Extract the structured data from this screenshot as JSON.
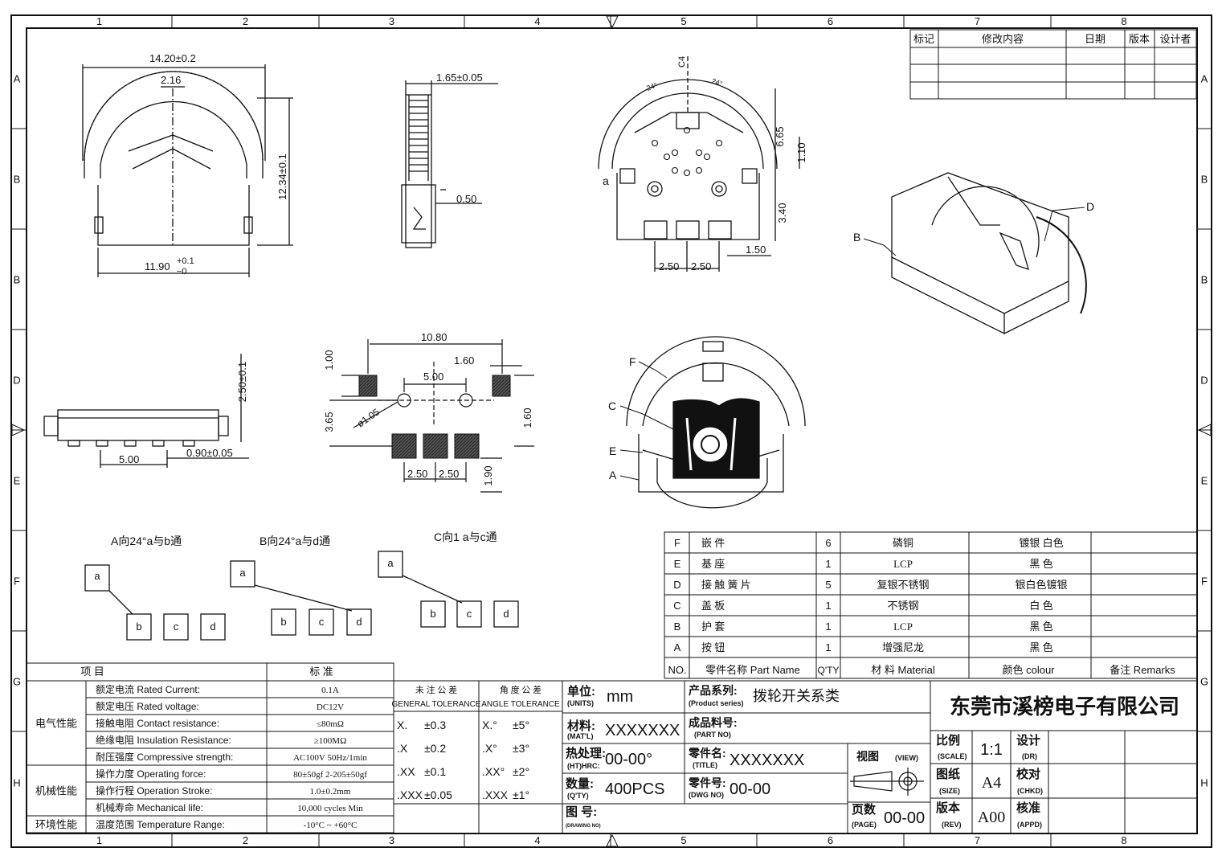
{
  "grid": {
    "columns": [
      "1",
      "2",
      "3",
      "4",
      "5",
      "6",
      "7",
      "8"
    ],
    "rows": [
      "A",
      "B",
      "B",
      "D",
      "E",
      "F",
      "G",
      "H"
    ]
  },
  "revision_table": {
    "headers": [
      "标记",
      "修改内容",
      "日期",
      "版本",
      "设计者"
    ]
  },
  "dimensions": {
    "front_width": "14.20±0.2",
    "front_tooth": "2.16",
    "front_height": "12.34±0.1",
    "front_base": "11.90",
    "front_base_tol_upper": "+0.1",
    "front_base_tol_lower": "−0",
    "side_thickness": "1.65±0.05",
    "side_offset": "0.50",
    "top_height": "6.65",
    "top_hole": "1.10",
    "top_pin_height": "3.40",
    "top_pitch_1": "2.50",
    "top_pitch_2": "2.50",
    "top_pin_width": "1.50",
    "top_angle_a": "24°",
    "top_angle_b": "24°",
    "top_c4": "C4",
    "bottom_height": "2.50±0.1",
    "bottom_pitch": "5.00",
    "bottom_pad": "0.90±0.05",
    "pcb_width": "10.80",
    "pcb_pad": "1.60",
    "pcb_hole_pitch": "5.00",
    "pcb_pad_h": "1.00",
    "pcb_vertical": "3.65",
    "pcb_hole_dia": "ø1.05",
    "pcb_right": "1.60",
    "pcb_pitch_1": "2.50",
    "pcb_pitch_2": "2.50",
    "pcb_bottom": "1.90"
  },
  "callouts": {
    "a": "a",
    "b": "B",
    "c": "C",
    "d": "D",
    "e": "E",
    "f": "F",
    "big_a": "A"
  },
  "schematics": [
    {
      "title": "A向24°a与b通",
      "labels": [
        "a",
        "b",
        "c",
        "d"
      ]
    },
    {
      "title": "B向24°a与d通",
      "labels": [
        "a",
        "b",
        "c",
        "d"
      ]
    },
    {
      "title": "C向1  a与c通",
      "labels": [
        "a",
        "b",
        "c",
        "d"
      ]
    }
  ],
  "parts_table": {
    "header": {
      "no": "NO.",
      "name": "零件名称 Part Name",
      "qty": "Q'TY",
      "material": "材 料 Material",
      "colour": "颜色  colour",
      "remarks": "备注 Remarks"
    },
    "rows": [
      {
        "no": "F",
        "name": "嵌        件",
        "qty": "6",
        "material": "磷铜",
        "colour": "镀银  白色"
      },
      {
        "no": "E",
        "name": "基        座",
        "qty": "1",
        "material": "LCP",
        "colour": "黑    色"
      },
      {
        "no": "D",
        "name": "接 触 簧 片",
        "qty": "5",
        "material": "复银不锈钢",
        "colour": "银白色镀银"
      },
      {
        "no": "C",
        "name": "盖        板",
        "qty": "1",
        "material": "不锈钢",
        "colour": "白    色"
      },
      {
        "no": "B",
        "name": "护        套",
        "qty": "1",
        "material": "LCP",
        "colour": "黑    色"
      },
      {
        "no": "A",
        "name": "按        钮",
        "qty": "1",
        "material": "增强尼龙",
        "colour": "黑    色"
      }
    ]
  },
  "spec_table": {
    "header_item": "项    目",
    "header_std": "标    准",
    "groups": [
      {
        "name": "电气性能",
        "rows": [
          {
            "label": "额定电流 Rated Current:",
            "value": "0.1A"
          },
          {
            "label": "额定电压 Rated voltage:",
            "value": "DC12V"
          },
          {
            "label": "接触电阻 Contact resistance:",
            "value": "≤80mΩ"
          },
          {
            "label": "绝缘电阻 Insulation Resistance:",
            "value": "≥100MΩ"
          },
          {
            "label": "耐压强度 Compressive strength:",
            "value": "AC100V   50Hz/1min"
          }
        ]
      },
      {
        "name": "机械性能",
        "rows": [
          {
            "label": "操作力度 Operating force:",
            "value": "80±50gf   2-205±50gf"
          },
          {
            "label": "操作行程 Operation Stroke:",
            "value": "1.0±0.2mm"
          },
          {
            "label": "机械寿命 Mechanical life:",
            "value": "10,000 cycles Min"
          }
        ]
      },
      {
        "name": "环境性能",
        "rows": [
          {
            "label": "温度范围 Temperature Range:",
            "value": "-10°C ~ +60°C"
          }
        ]
      }
    ]
  },
  "tolerance": {
    "general_cn": "未 注 公 差",
    "general_en": "GENERAL TOLERANCE",
    "angle_cn": "角 度 公 差",
    "angle_en": "ANGLE TOLERANCE",
    "rows": [
      {
        "g": "X.",
        "gv": "±0.3",
        "a": "X.°",
        "av": "±5°"
      },
      {
        "g": ".X",
        "gv": "±0.2",
        "a": ".X°",
        "av": "±3°"
      },
      {
        "g": ".XX",
        "gv": "±0.1",
        "a": ".XX°",
        "av": "±2°"
      },
      {
        "g": ".XXX",
        "gv": "±0.05",
        "a": ".XXX",
        "av": "±1°"
      }
    ]
  },
  "title_block": {
    "units_label": "单位:",
    "units_en": "(UNITS)",
    "units": "mm",
    "material_label": "材料:",
    "material_en": "(MAT'L)",
    "material": "XXXXXXX",
    "heat_label": "热处理:",
    "heat_en": "(HT)HRC:",
    "heat": "00-00°",
    "qty_label": "数量:",
    "qty_en": "(Q'TY)",
    "qty": "400PCS",
    "drawing_label": "图  号:",
    "drawing_en": "(DRAWING NO)",
    "series_label": "产品系列:",
    "series_en": "(Product series)",
    "series": "拨轮开关系类",
    "part_no_label": "成品料号:",
    "part_no_en": "(PART NO)",
    "title_label": "零件名:",
    "title_en": "(TITLE)",
    "title": "XXXXXXX",
    "dwg_label": "零件号:",
    "dwg_en": "(DWG NO)",
    "dwg": "00-00",
    "view_label": "视图",
    "view_en": "(VIEW)",
    "page_label": "页数",
    "page_en": "(PAGE)",
    "page": "00-00",
    "company": "东莞市溪榜电子有限公司",
    "scale_label": "比例",
    "scale_en": "(SCALE)",
    "scale": "1:1",
    "size_label": "图纸",
    "size_en": "(SIZE)",
    "size": "A4",
    "rev_label": "版本",
    "rev_en": "(REV)",
    "rev": "A00",
    "dr_label": "设计",
    "dr_en": "(DR)",
    "chkd_label": "校对",
    "chkd_en": "(CHKD)",
    "appd_label": "核准",
    "appd_en": "(APPD)"
  }
}
